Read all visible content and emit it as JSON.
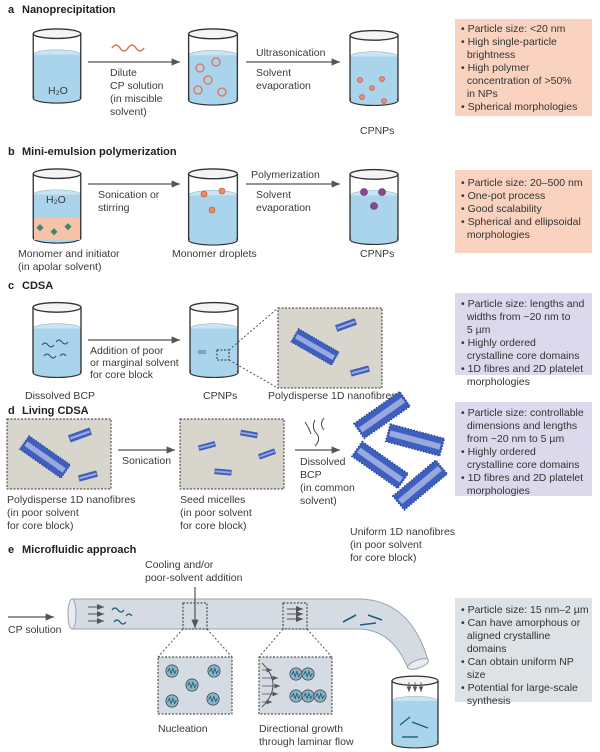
{
  "colors": {
    "water": "#a9d4ec",
    "water_top": "#c9e5f4",
    "orange_box": "#fad3c0",
    "purple_box": "#dcd9ec",
    "gray_box": "#dde2e6",
    "zoom_bg": "#d8d6cc",
    "fibre": "#3f5fbf",
    "fibre_core": "#9aa8e0",
    "polymer": "#e0705a",
    "tube": "#d4dbe2"
  },
  "a": {
    "letter": "a",
    "title": "Nanoprecipitation",
    "beaker1_label": "H₂O",
    "arrow1_lines": [
      "Dilute",
      "CP solution",
      "(in miscible",
      "solvent)"
    ],
    "arrow2_top": "Ultrasonication",
    "arrow2_lines": [
      "Solvent",
      "evaporation"
    ],
    "product": "CPNPs",
    "features": [
      "• Particle size: <20 nm",
      "• High single-particle",
      "  brightness",
      "• High polymer",
      "  concentration of >50%",
      "  in NPs",
      "• Spherical morphologies"
    ]
  },
  "b": {
    "letter": "b",
    "title": "Mini-emulsion polymerization",
    "beaker1_label": "H₂O",
    "arrow1_lines": [
      "Sonication or",
      "stirring"
    ],
    "arrow2_top": "Polymerization",
    "arrow2_lines": [
      "Solvent",
      "evaporation"
    ],
    "labels1": [
      "Monomer and initiator",
      "(in apolar solvent)"
    ],
    "label2": "Monomer droplets",
    "product": "CPNPs",
    "features": [
      "• Particle size: 20–500 nm",
      "• One-pot process",
      "• Good scalability",
      "• Spherical and ellipsoidal",
      "  morphologies"
    ]
  },
  "c": {
    "letter": "c",
    "title": "CDSA",
    "label1": "Dissolved BCP",
    "arrow1_lines": [
      "Addition of poor",
      "or marginal solvent",
      "for core block"
    ],
    "label2": "CPNPs",
    "label3": "Polydisperse 1D nanofibres",
    "features": [
      "• Particle size: lengths and",
      "  widths from ~20 nm to",
      "  5 µm",
      "• Highly ordered",
      "  crystalline core domains",
      "• 1D fibres and 2D platelet",
      "  morphologies"
    ]
  },
  "d": {
    "letter": "d",
    "title": "Living CDSA",
    "arrow1": "Sonication",
    "arrow2_lines": [
      "Dissolved",
      "BCP",
      "(in common",
      "solvent)"
    ],
    "labels1": [
      "Polydisperse 1D nanofibres",
      "(in poor solvent",
      "for core block)"
    ],
    "labels2": [
      "Seed micelles",
      "(in poor solvent",
      "for core block)"
    ],
    "labels3": [
      "Uniform 1D nanofibres",
      "(in poor solvent",
      "for core block)"
    ],
    "features": [
      "• Particle size: controllable",
      "  dimensions and lengths",
      "  from ~20 nm to 5 µm",
      "• Highly ordered",
      "  crystalline core domains",
      "• 1D fibres and 2D platelet",
      "  morphologies"
    ]
  },
  "e": {
    "letter": "e",
    "title": "Microfluidic approach",
    "input": "CP solution",
    "cooling_lines": [
      "Cooling and/or",
      "poor-solvent addition"
    ],
    "zoom1": "Nucleation",
    "zoom2_lines": [
      "Directional growth",
      "through laminar flow"
    ],
    "features": [
      "• Particle size: 15 nm–2 µm",
      "• Can have amorphous or",
      "  aligned crystalline",
      "  domains",
      "• Can obtain uniform NP",
      "  size",
      "• Potential for large-scale",
      "  synthesis"
    ]
  }
}
